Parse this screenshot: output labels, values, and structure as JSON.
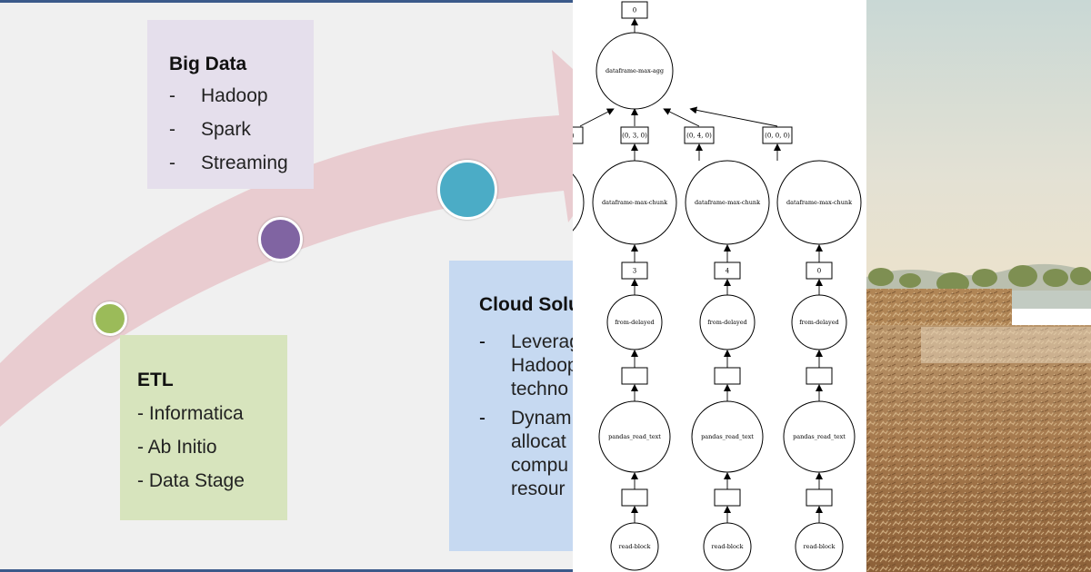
{
  "timeline": {
    "etl": {
      "title": "ETL",
      "items": [
        "- Informatica",
        "- Ab Initio",
        "- Data Stage"
      ]
    },
    "big_data": {
      "title": "Big Data",
      "dash": "-",
      "items": [
        "Hadoop",
        "Spark",
        "Streaming"
      ]
    },
    "cloud": {
      "title": "Cloud Solu",
      "dash": "-",
      "bullets": [
        [
          "Leverag",
          "Hadoop",
          "techno"
        ],
        [
          "Dynam",
          "allocat",
          "compu",
          "resour"
        ]
      ]
    },
    "colors": {
      "etl_dot": "#9bbb59",
      "big_data_dot": "#8064a2",
      "cloud_dot": "#4bacc6",
      "arrow": "#e9ccd0"
    }
  },
  "task_graph": {
    "top_key": "0",
    "aggregate_node": "dataframe-max-agg",
    "key_labels": [
      ")",
      "(0, 3, 0)",
      "(0, 4, 0)",
      "(0, 0, 0)"
    ],
    "chunk_node": "dataframe-max-chunk",
    "columns": [
      {
        "index_label": "3",
        "from_delayed": "from-delayed",
        "read_text": "pandas_read_text",
        "read_block": "read-block"
      },
      {
        "index_label": "4",
        "from_delayed": "from-delayed",
        "read_text": "pandas_read_text",
        "read_block": "read-block"
      },
      {
        "index_label": "0",
        "from_delayed": "from-delayed",
        "read_text": "pandas_read_text",
        "read_block": "read-block"
      }
    ]
  }
}
